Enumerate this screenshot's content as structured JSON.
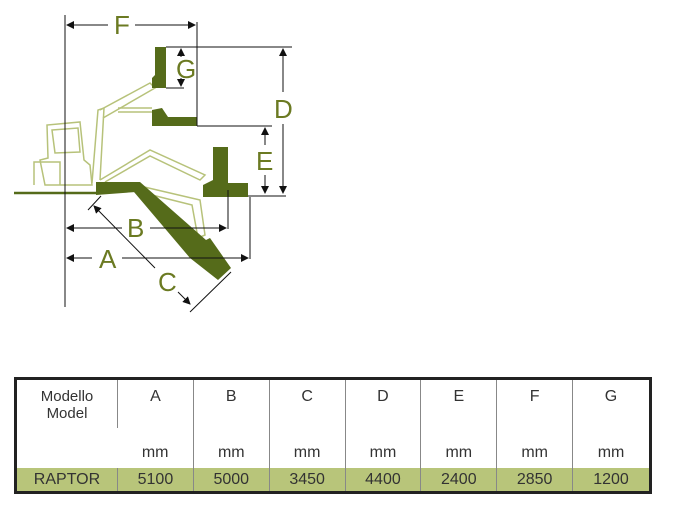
{
  "diagram": {
    "labels": {
      "A": "A",
      "B": "B",
      "C": "C",
      "D": "D",
      "E": "E",
      "F": "F",
      "G": "G"
    },
    "colors": {
      "machine": "#556b1a",
      "outline": "#b7c27a",
      "label": "#6b7a22"
    }
  },
  "table": {
    "model_header_it": "Modello",
    "model_header_en": "Model",
    "columns": [
      "A",
      "B",
      "C",
      "D",
      "E",
      "F",
      "G"
    ],
    "units": [
      "mm",
      "mm",
      "mm",
      "mm",
      "mm",
      "mm",
      "mm"
    ],
    "rows": [
      {
        "model": "RAPTOR",
        "values": [
          "5100",
          "5000",
          "3450",
          "4400",
          "2400",
          "2850",
          "1200"
        ]
      }
    ]
  }
}
